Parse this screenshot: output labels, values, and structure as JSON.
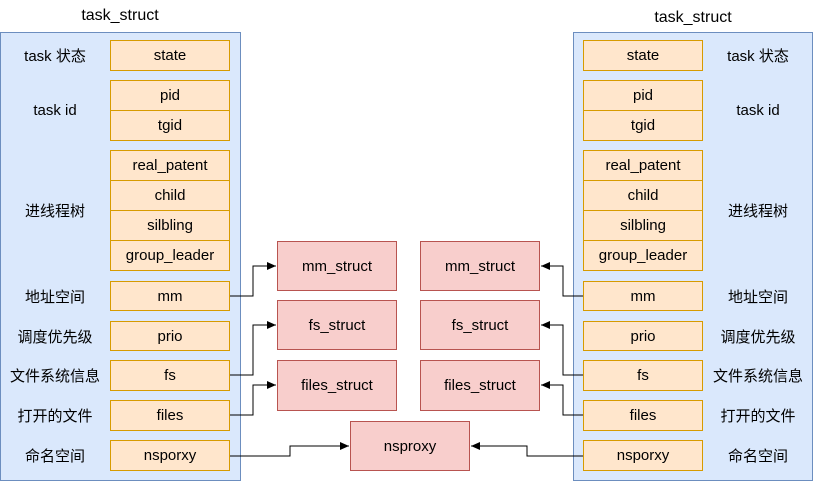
{
  "left": {
    "title": "task_struct",
    "fields": [
      "state",
      "pid",
      "tgid",
      "real_patent",
      "child",
      "silbling",
      "group_leader",
      "mm",
      "prio",
      "fs",
      "files",
      "nsporxy"
    ],
    "groups": [
      "task 状态",
      "task id",
      "进线程树",
      "地址空间",
      "调度优先级",
      "文件系统信息",
      "打开的文件",
      "命名空间"
    ]
  },
  "right": {
    "title": "task_struct",
    "fields": [
      "state",
      "pid",
      "tgid",
      "real_patent",
      "child",
      "silbling",
      "group_leader",
      "mm",
      "prio",
      "fs",
      "files",
      "nsporxy"
    ],
    "groups": [
      "task 状态",
      "task id",
      "进线程树",
      "地址空间",
      "调度优先级",
      "文件系统信息",
      "打开的文件",
      "命名空间"
    ]
  },
  "targets": {
    "left": [
      "mm_struct",
      "fs_struct",
      "files_struct"
    ],
    "right": [
      "mm_struct",
      "fs_struct",
      "files_struct"
    ],
    "shared": "nsproxy"
  },
  "colors": {
    "panel_fill": "#dae8fc",
    "panel_stroke": "#6c8ebf",
    "field_fill": "#ffe6cc",
    "field_stroke": "#d79b00",
    "target_fill": "#f8cecc",
    "target_stroke": "#b85450"
  }
}
